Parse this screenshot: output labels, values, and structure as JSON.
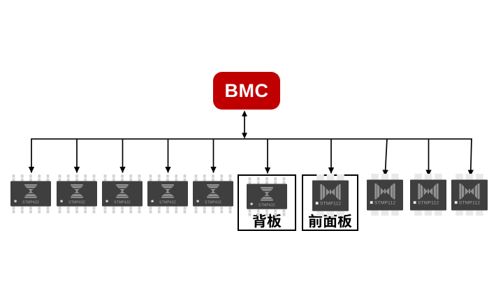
{
  "bmc": {
    "label": "BMC"
  },
  "groups": [
    {
      "label": "背板"
    },
    {
      "label": "前面板"
    }
  ],
  "chips": [
    {
      "model": "STMP432",
      "package": "soic"
    },
    {
      "model": "STMP432",
      "package": "soic"
    },
    {
      "model": "STMP432",
      "package": "soic"
    },
    {
      "model": "STMP432",
      "package": "soic"
    },
    {
      "model": "STMP432",
      "package": "soic"
    },
    {
      "model": "STMP432",
      "package": "soic",
      "group": "背板"
    },
    {
      "model": "STMP112",
      "package": "qfn",
      "group": "前面板"
    },
    {
      "model": "STMP112",
      "package": "qfn"
    },
    {
      "model": "STMP112",
      "package": "qfn"
    },
    {
      "model": "STMP112",
      "package": "qfn"
    }
  ],
  "colors": {
    "bmc_red": "#C00000",
    "bmc_text": "#FFFFFF",
    "line_black": "#000000",
    "chip_body": "#3F3F3F",
    "chip_pin": "#D2D2D2",
    "chip_pad": "#E9E9E9",
    "chip_logo": "#919191",
    "chip_text": "#A6A6A6",
    "background": "#FFFFFF"
  }
}
